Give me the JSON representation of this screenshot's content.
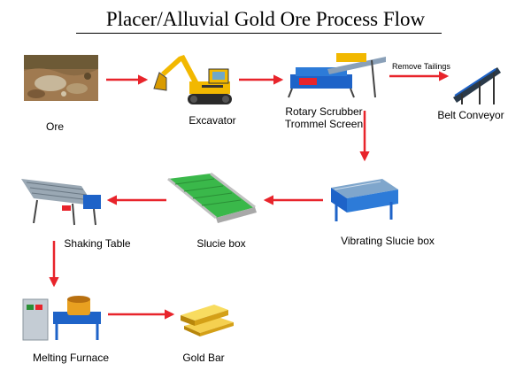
{
  "title": "Placer/Alluvial Gold Ore Process Flow",
  "nodes": {
    "ore": "Ore",
    "excavator": "Excavator",
    "trommel_line1": "Rotary Scrubber",
    "trommel_line2": "Trommel Screen",
    "belt_conveyor": "Belt Conveyor",
    "vibrating_sluice": "Vibrating Slucie box",
    "sluice_box": "Slucie box",
    "shaking_table": "Shaking Table",
    "melting_furnace": "Melting Furnace",
    "gold_bar": "Gold Bar"
  },
  "edges": {
    "remove_tailings": "Remove Tailings"
  },
  "colors": {
    "arrow": "#e8242b",
    "equipment_blue": "#1e63c8",
    "excavator_yellow": "#f2b800",
    "gold": "#e8b820"
  }
}
